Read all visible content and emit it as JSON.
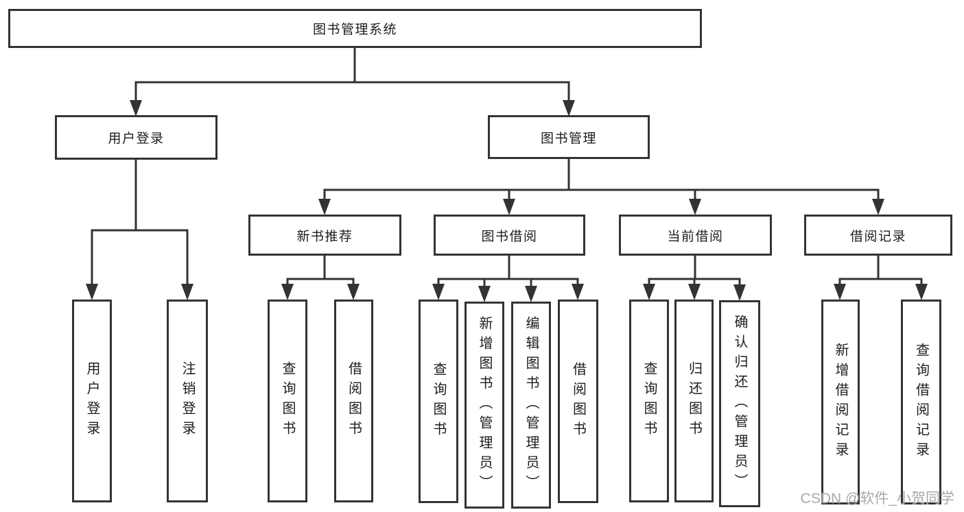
{
  "diagram": {
    "root": "图书管理系统",
    "branch_user": {
      "label": "用户登录",
      "children": [
        "用户登录",
        "注销登录"
      ]
    },
    "branch_books": {
      "label": "图书管理",
      "groups": [
        {
          "label": "新书推荐",
          "children": [
            "查询图书",
            "借阅图书"
          ]
        },
        {
          "label": "图书借阅",
          "children": [
            "查询图书",
            "新增图书（管理员）",
            "编辑图书（管理员）",
            "借阅图书"
          ]
        },
        {
          "label": "当前借阅",
          "children": [
            "查询图书",
            "归还图书",
            "确认归还（管理员）"
          ]
        },
        {
          "label": "借阅记录",
          "children": [
            "新增借阅记录",
            "查询借阅记录"
          ]
        }
      ]
    },
    "watermark": "CSDN @软件_小贺同学",
    "colors": {
      "line": "#333333",
      "text": "#1d1d1d",
      "watermark": "#a8a8a8",
      "background": "#ffffff"
    }
  }
}
